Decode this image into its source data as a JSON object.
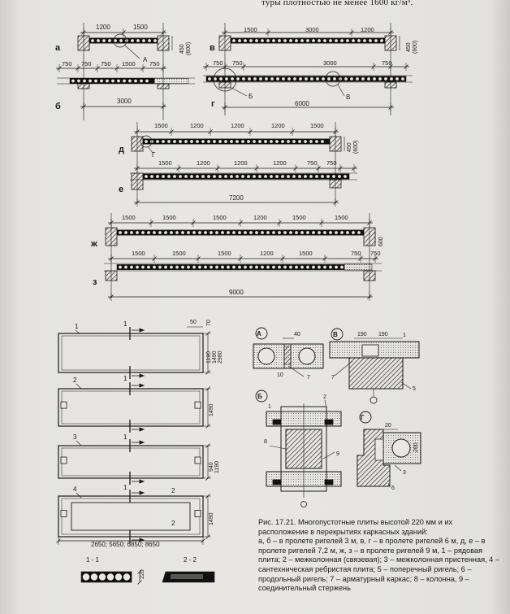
{
  "header": {
    "text": "туры плотностью не менее 1600 кг/м³."
  },
  "rows": {
    "a": {
      "letter": "а",
      "dims": [
        "1200",
        "1500"
      ],
      "height": "450",
      "height_alt": "(600)",
      "callout": "А"
    },
    "b": {
      "letter": "б",
      "dims": [
        "750",
        "750",
        "750",
        "1500",
        "750"
      ],
      "span": "3000"
    },
    "v": {
      "letter": "в",
      "dims": [
        "1500",
        "3000",
        "1200"
      ],
      "height": "450",
      "height_alt": "(600)"
    },
    "g": {
      "letter": "г",
      "dims": [
        "750",
        "750",
        "3000",
        "750"
      ],
      "span": "6000",
      "callout1": "Б",
      "callout2": "В"
    },
    "d": {
      "letter": "д",
      "dims": [
        "1500",
        "1200",
        "1200",
        "1200",
        "1500"
      ],
      "height": "450",
      "height_alt": "(600)",
      "callout": "Г"
    },
    "e": {
      "letter": "е",
      "dims": [
        "1500",
        "1200",
        "1200",
        "1200",
        "750",
        "750"
      ],
      "span": "7200"
    },
    "zh": {
      "letter": "ж",
      "dims": [
        "1500",
        "1500",
        "1500",
        "1200",
        "1500",
        "1500"
      ],
      "height": "600"
    },
    "z": {
      "letter": "з",
      "dims": [
        "1500",
        "1500",
        "1500",
        "1200",
        "1500",
        "750",
        "750"
      ],
      "span": "9000"
    }
  },
  "plates": {
    "labels": [
      "1",
      "2",
      "3",
      "4"
    ],
    "section_mark_1": "1",
    "section_mark_2": "2",
    "dim_50": "50",
    "dim_70": "70",
    "h1": [
      "1190",
      "1490",
      "2980"
    ],
    "h2": "1490",
    "h3": [
      "940",
      "1190"
    ],
    "h4": "1490",
    "lengths": "2650; 5650; 6850; 8650",
    "section_1": "1 - 1",
    "section_2": "2 - 2",
    "sec_h": "220"
  },
  "details": {
    "A": {
      "label": "А",
      "dim": "40",
      "dim2": "10",
      "num": "7"
    },
    "V": {
      "label": "В",
      "dim1": "190",
      "dim2": "190",
      "n1": "1",
      "n5": "5",
      "n7": "7"
    },
    "B": {
      "label": "Б",
      "n1": "1",
      "n2": "2",
      "n8": "8",
      "n9": "9"
    },
    "G": {
      "label": "Г",
      "dim": "20",
      "dim2": "200",
      "n3": "3",
      "n6": "6"
    }
  },
  "caption": {
    "title": "Рис. 17.21. Многопустотные плиты высотой 220 мм и их расположение в перекрытиях каркасных зданий:",
    "body": "а, б – в пролете ригелей 3 м, в, г – в пролете ригелей 6 м, д, е – в пролете ригелей 7,2 м, ж, з – в пролете ригелей 9 м, 1 – рядовая плита; 2 – межколонная (связевая); 3 – межколонная пристенная, 4 – сантехническая ребристая плита; 5 – поперечный ригель; 6 – продольный ригель; 7 – арматурный каркас; 8 – колонна, 9 – соединительный стержень"
  }
}
